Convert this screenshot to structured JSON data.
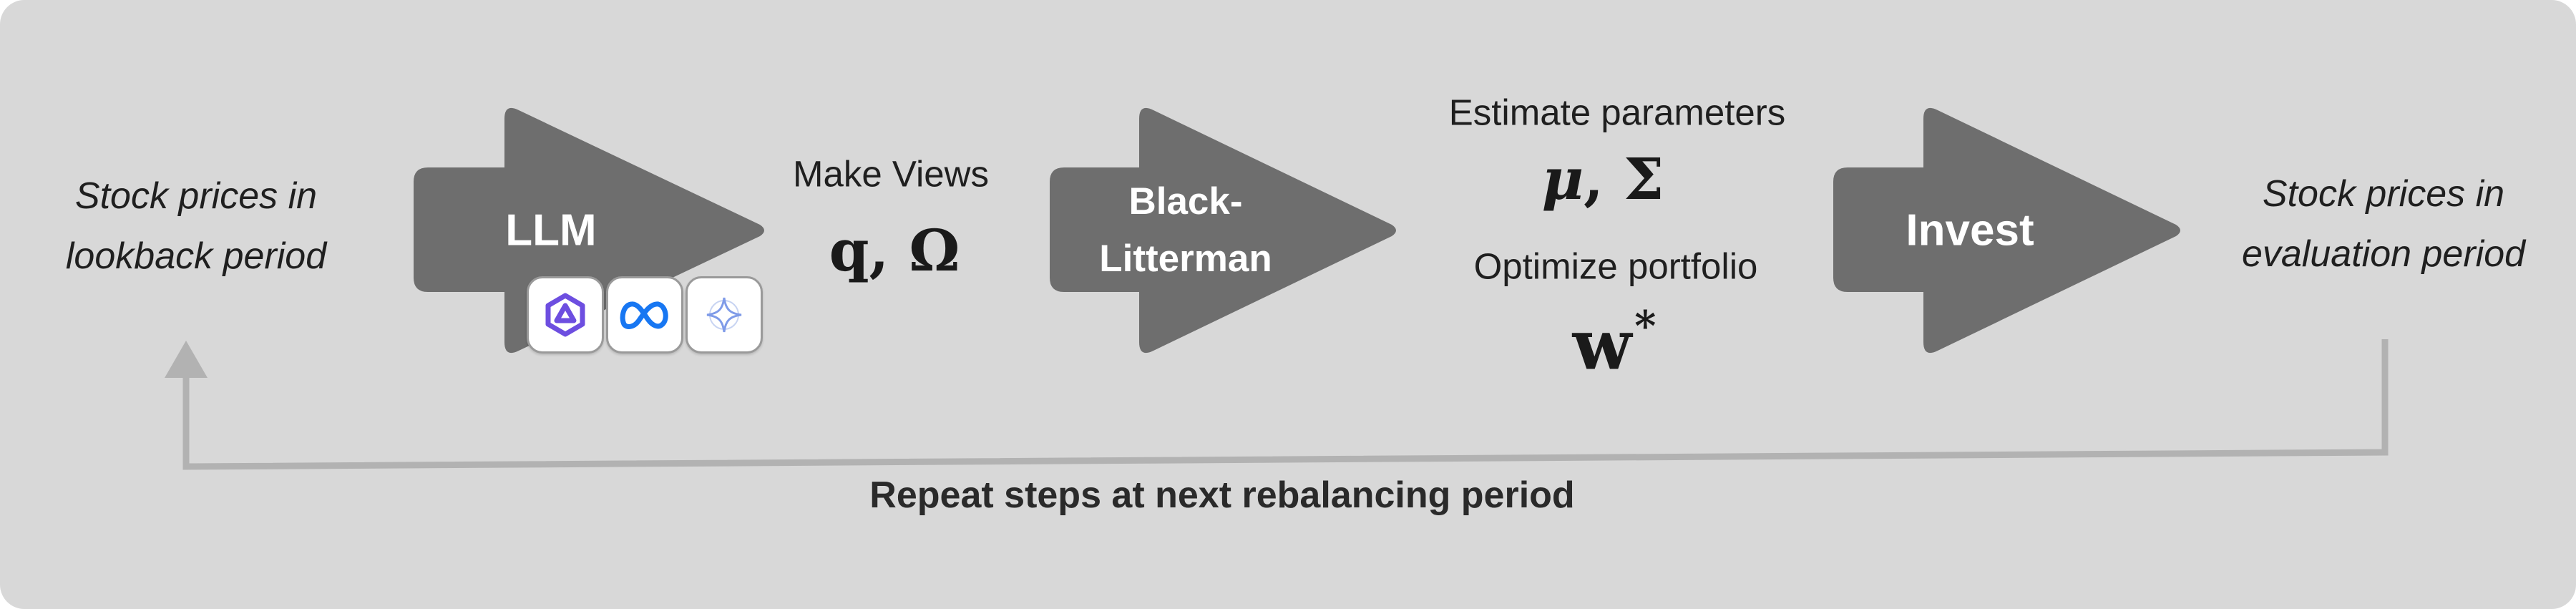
{
  "input": {
    "line1": "Stock prices in",
    "line2": "lookback period"
  },
  "step_llm": {
    "label": "LLM",
    "model_icons": [
      "qwen-icon",
      "meta-icon",
      "gemma-icon"
    ]
  },
  "views": {
    "label": "Make Views",
    "math_q": "q",
    "math_omega": "Ω"
  },
  "step_bl": {
    "line1": "Black-",
    "line2": "Litterman"
  },
  "parameters": {
    "estimate_label": "Estimate parameters",
    "math_mu": "μ",
    "math_sigma": "Σ",
    "optimize_label": "Optimize portfolio",
    "math_w": "w",
    "math_star": "*"
  },
  "step_invest": {
    "label": "Invest"
  },
  "output": {
    "line1": "Stock prices in",
    "line2": "evaluation period"
  },
  "loop": {
    "label": "Repeat steps at next rebalancing period"
  },
  "colors": {
    "panel": "#d8d8d8",
    "arrow_fill": "#6e6e6e",
    "loop_line": "#b2b2b2",
    "text": "#1f1f1f",
    "qwen": "#6d4ee0",
    "meta": "#1877f2",
    "gemma": "#7f9be8"
  }
}
